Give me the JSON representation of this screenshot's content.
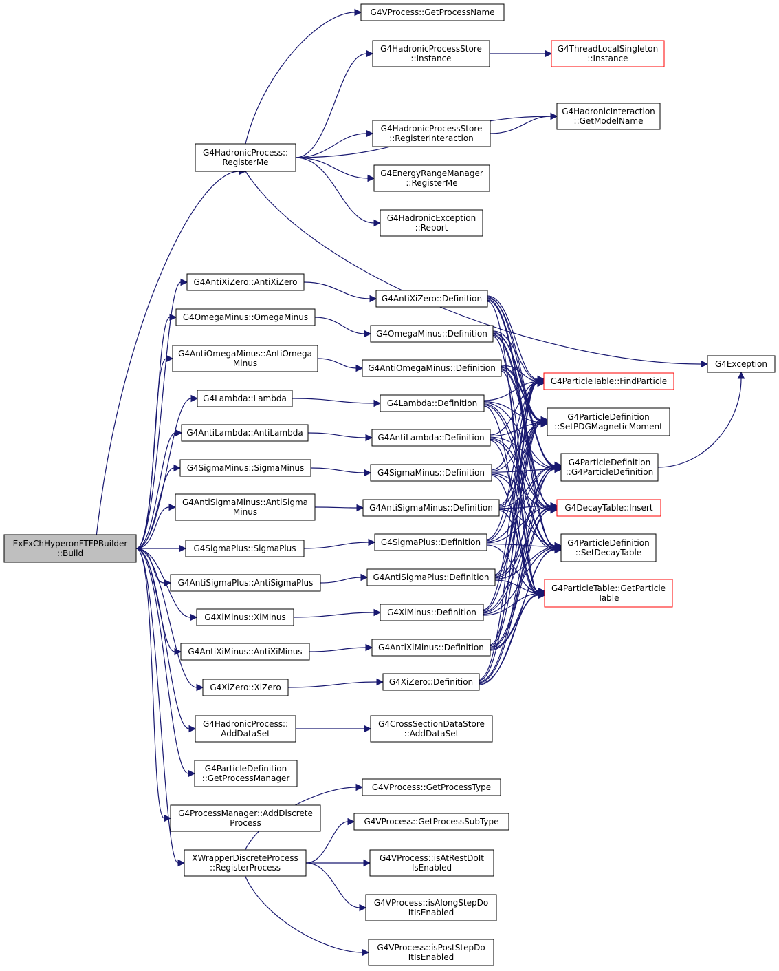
{
  "colors": {
    "edge": "#191970",
    "border_default": "#000000",
    "border_truncated": "#ff0000",
    "fill_default": "#ffffff",
    "fill_root": "#bfbfbf"
  },
  "nodes": [
    {
      "id": "root",
      "lines": [
        "ExExChHyperonFTFPBuilder",
        "::Build"
      ],
      "style": "root"
    },
    {
      "id": "hp_registerme",
      "lines": [
        "G4HadronicProcess::",
        "RegisterMe"
      ],
      "style": "default"
    },
    {
      "id": "vp_getname",
      "lines": [
        "G4VProcess::GetProcessName"
      ],
      "style": "default"
    },
    {
      "id": "hps_instance",
      "lines": [
        "G4HadronicProcessStore",
        "::Instance"
      ],
      "style": "default"
    },
    {
      "id": "tls_instance",
      "lines": [
        "G4ThreadLocalSingleton",
        "::Instance"
      ],
      "style": "truncated"
    },
    {
      "id": "hi_getmodel",
      "lines": [
        "G4HadronicInteraction",
        "::GetModelName"
      ],
      "style": "default"
    },
    {
      "id": "hps_reginter",
      "lines": [
        "G4HadronicProcessStore",
        "::RegisterInteraction"
      ],
      "style": "default"
    },
    {
      "id": "erm_registerme",
      "lines": [
        "G4EnergyRangeManager",
        "::RegisterMe"
      ],
      "style": "default"
    },
    {
      "id": "he_report",
      "lines": [
        "G4HadronicException",
        "::Report"
      ],
      "style": "default"
    },
    {
      "id": "g4exception",
      "lines": [
        "G4Exception"
      ],
      "style": "default"
    },
    {
      "id": "axz",
      "lines": [
        "G4AntiXiZero::AntiXiZero"
      ],
      "style": "default"
    },
    {
      "id": "om",
      "lines": [
        "G4OmegaMinus::OmegaMinus"
      ],
      "style": "default"
    },
    {
      "id": "aom",
      "lines": [
        "G4AntiOmegaMinus::AntiOmega",
        "Minus"
      ],
      "style": "default"
    },
    {
      "id": "lam",
      "lines": [
        "G4Lambda::Lambda"
      ],
      "style": "default"
    },
    {
      "id": "alam",
      "lines": [
        "G4AntiLambda::AntiLambda"
      ],
      "style": "default"
    },
    {
      "id": "sm",
      "lines": [
        "G4SigmaMinus::SigmaMinus"
      ],
      "style": "default"
    },
    {
      "id": "asm",
      "lines": [
        "G4AntiSigmaMinus::AntiSigma",
        "Minus"
      ],
      "style": "default"
    },
    {
      "id": "sp",
      "lines": [
        "G4SigmaPlus::SigmaPlus"
      ],
      "style": "default"
    },
    {
      "id": "asp",
      "lines": [
        "G4AntiSigmaPlus::AntiSigmaPlus"
      ],
      "style": "default"
    },
    {
      "id": "xm",
      "lines": [
        "G4XiMinus::XiMinus"
      ],
      "style": "default"
    },
    {
      "id": "axm",
      "lines": [
        "G4AntiXiMinus::AntiXiMinus"
      ],
      "style": "default"
    },
    {
      "id": "xz",
      "lines": [
        "G4XiZero::XiZero"
      ],
      "style": "default"
    },
    {
      "id": "axz_def",
      "lines": [
        "G4AntiXiZero::Definition"
      ],
      "style": "default"
    },
    {
      "id": "om_def",
      "lines": [
        "G4OmegaMinus::Definition"
      ],
      "style": "default"
    },
    {
      "id": "aom_def",
      "lines": [
        "G4AntiOmegaMinus::Definition"
      ],
      "style": "default"
    },
    {
      "id": "lam_def",
      "lines": [
        "G4Lambda::Definition"
      ],
      "style": "default"
    },
    {
      "id": "alam_def",
      "lines": [
        "G4AntiLambda::Definition"
      ],
      "style": "default"
    },
    {
      "id": "sm_def",
      "lines": [
        "G4SigmaMinus::Definition"
      ],
      "style": "default"
    },
    {
      "id": "asm_def",
      "lines": [
        "G4AntiSigmaMinus::Definition"
      ],
      "style": "default"
    },
    {
      "id": "sp_def",
      "lines": [
        "G4SigmaPlus::Definition"
      ],
      "style": "default"
    },
    {
      "id": "asp_def",
      "lines": [
        "G4AntiSigmaPlus::Definition"
      ],
      "style": "default"
    },
    {
      "id": "xm_def",
      "lines": [
        "G4XiMinus::Definition"
      ],
      "style": "default"
    },
    {
      "id": "axm_def",
      "lines": [
        "G4AntiXiMinus::Definition"
      ],
      "style": "default"
    },
    {
      "id": "xz_def",
      "lines": [
        "G4XiZero::Definition"
      ],
      "style": "default"
    },
    {
      "id": "pt_find",
      "lines": [
        "G4ParticleTable::FindParticle"
      ],
      "style": "truncated"
    },
    {
      "id": "pd_setpdg",
      "lines": [
        "G4ParticleDefinition",
        "::SetPDGMagneticMoment"
      ],
      "style": "default"
    },
    {
      "id": "pd_ctor",
      "lines": [
        "G4ParticleDefinition",
        "::G4ParticleDefinition"
      ],
      "style": "default"
    },
    {
      "id": "dt_insert",
      "lines": [
        "G4DecayTable::Insert"
      ],
      "style": "truncated"
    },
    {
      "id": "pd_setdecay",
      "lines": [
        "G4ParticleDefinition",
        "::SetDecayTable"
      ],
      "style": "default"
    },
    {
      "id": "pt_getpt",
      "lines": [
        "G4ParticleTable::GetParticle",
        "Table"
      ],
      "style": "truncated"
    },
    {
      "id": "hp_adddataset",
      "lines": [
        "G4HadronicProcess::",
        "AddDataSet"
      ],
      "style": "default"
    },
    {
      "id": "csds_adddataset",
      "lines": [
        "G4CrossSectionDataStore",
        "::AddDataSet"
      ],
      "style": "default"
    },
    {
      "id": "pd_getpm",
      "lines": [
        "G4ParticleDefinition",
        "::GetProcessManager"
      ],
      "style": "default"
    },
    {
      "id": "pm_adddiscrete",
      "lines": [
        "G4ProcessManager::AddDiscrete",
        "Process"
      ],
      "style": "default"
    },
    {
      "id": "xw_regproc",
      "lines": [
        "XWrapperDiscreteProcess",
        "::RegisterProcess"
      ],
      "style": "default"
    },
    {
      "id": "vp_gettype",
      "lines": [
        "G4VProcess::GetProcessType"
      ],
      "style": "default"
    },
    {
      "id": "vp_getsubtype",
      "lines": [
        "G4VProcess::GetProcessSubType"
      ],
      "style": "default"
    },
    {
      "id": "vp_atrest",
      "lines": [
        "G4VProcess::isAtRestDoIt",
        "IsEnabled"
      ],
      "style": "default"
    },
    {
      "id": "vp_along",
      "lines": [
        "G4VProcess::isAlongStepDo",
        "ItIsEnabled"
      ],
      "style": "default"
    },
    {
      "id": "vp_post",
      "lines": [
        "G4VProcess::isPostStepDo",
        "ItIsEnabled"
      ],
      "style": "default"
    }
  ],
  "edges": [
    [
      "root",
      "hp_registerme"
    ],
    [
      "root",
      "axz"
    ],
    [
      "root",
      "om"
    ],
    [
      "root",
      "aom"
    ],
    [
      "root",
      "lam"
    ],
    [
      "root",
      "alam"
    ],
    [
      "root",
      "sm"
    ],
    [
      "root",
      "asm"
    ],
    [
      "root",
      "sp"
    ],
    [
      "root",
      "asp"
    ],
    [
      "root",
      "xm"
    ],
    [
      "root",
      "axm"
    ],
    [
      "root",
      "xz"
    ],
    [
      "root",
      "hp_adddataset"
    ],
    [
      "root",
      "pd_getpm"
    ],
    [
      "root",
      "pm_adddiscrete"
    ],
    [
      "root",
      "xw_regproc"
    ],
    [
      "hp_registerme",
      "vp_getname"
    ],
    [
      "hp_registerme",
      "hps_instance"
    ],
    [
      "hp_registerme",
      "hi_getmodel"
    ],
    [
      "hp_registerme",
      "hps_reginter"
    ],
    [
      "hp_registerme",
      "erm_registerme"
    ],
    [
      "hp_registerme",
      "he_report"
    ],
    [
      "hp_registerme",
      "g4exception"
    ],
    [
      "hps_instance",
      "tls_instance"
    ],
    [
      "hps_reginter",
      "hi_getmodel"
    ],
    [
      "pd_ctor",
      "g4exception"
    ],
    [
      "axz",
      "axz_def"
    ],
    [
      "om",
      "om_def"
    ],
    [
      "aom",
      "aom_def"
    ],
    [
      "lam",
      "lam_def"
    ],
    [
      "alam",
      "alam_def"
    ],
    [
      "sm",
      "sm_def"
    ],
    [
      "asm",
      "asm_def"
    ],
    [
      "sp",
      "sp_def"
    ],
    [
      "asp",
      "asp_def"
    ],
    [
      "xm",
      "xm_def"
    ],
    [
      "axm",
      "axm_def"
    ],
    [
      "xz",
      "xz_def"
    ],
    [
      "hp_adddataset",
      "csds_adddataset"
    ],
    [
      "xw_regproc",
      "vp_gettype"
    ],
    [
      "xw_regproc",
      "vp_getsubtype"
    ],
    [
      "xw_regproc",
      "vp_atrest"
    ],
    [
      "xw_regproc",
      "vp_along"
    ],
    [
      "xw_regproc",
      "vp_post"
    ]
  ],
  "fan_sources": [
    "axz_def",
    "om_def",
    "aom_def",
    "lam_def",
    "alam_def",
    "sm_def",
    "asm_def",
    "sp_def",
    "asp_def",
    "xm_def",
    "axm_def",
    "xz_def"
  ],
  "fan_targets": [
    "pt_find",
    "pd_setpdg",
    "pd_ctor",
    "dt_insert",
    "pd_setdecay",
    "pt_getpt"
  ]
}
